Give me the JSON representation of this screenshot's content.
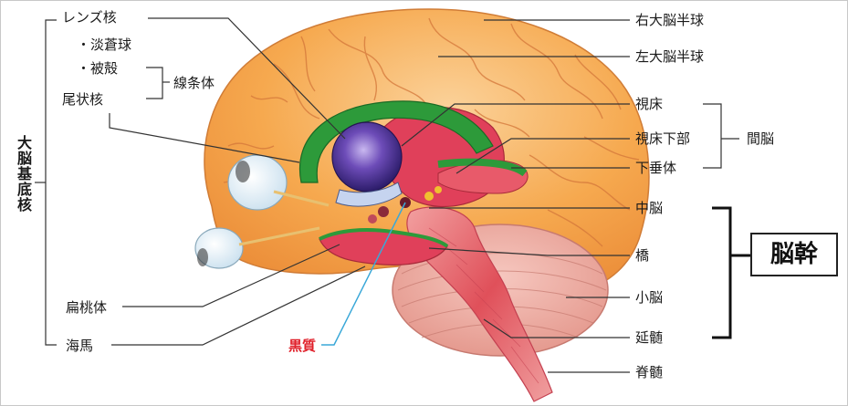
{
  "labels": {
    "lens_nucleus": "レンズ核",
    "globus_pallidus": "・淡蒼球",
    "putamen": "・被殻",
    "striatum": "線条体",
    "caudate_nucleus": "尾状核",
    "basal_ganglia": "大脳基底核",
    "amygdala": "扁桃体",
    "hippocampus": "海馬",
    "substantia_nigra": "黒質",
    "right_hemisphere": "右大脳半球",
    "left_hemisphere": "左大脳半球",
    "thalamus": "視床",
    "hypothalamus": "視床下部",
    "pituitary": "下垂体",
    "diencephalon": "間脳",
    "midbrain": "中脳",
    "pons": "橋",
    "cerebellum": "小脳",
    "medulla": "延髄",
    "spinal_cord": "脊髄",
    "brainstem": "脳幹"
  },
  "colors": {
    "cortex": "#f5a24a",
    "cortex_light": "#f9c27a",
    "gyri_lines": "#d0723a",
    "caudate_green": "#2d9a3a",
    "lens_blue": "#5a3d9a",
    "thalamus_red": "#e0405a",
    "brainstem_red": "#e86a6a",
    "cerebellum": "#efa9a0",
    "substantia_nigra_line": "#3aa8d8",
    "substantia_nigra_text": "#e0202a"
  }
}
